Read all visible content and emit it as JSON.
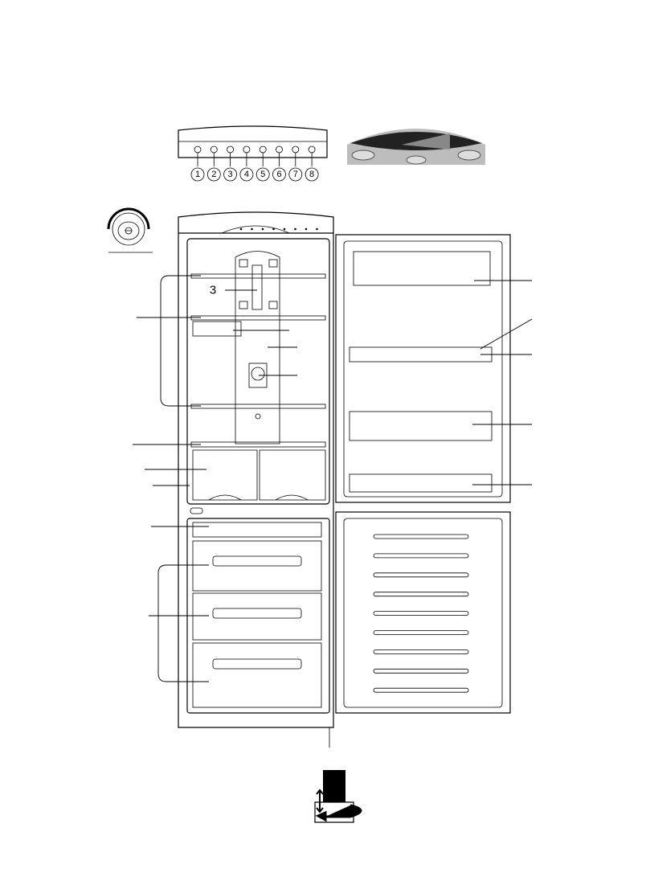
{
  "control_panel": {
    "button_numbers": [
      "1",
      "2",
      "3",
      "4",
      "5",
      "6",
      "7",
      "8"
    ]
  },
  "fridge": {
    "shelf_label": "3"
  },
  "colors": {
    "line": "#000000",
    "display_panel": "#9a9a9a",
    "background": "#ffffff"
  }
}
